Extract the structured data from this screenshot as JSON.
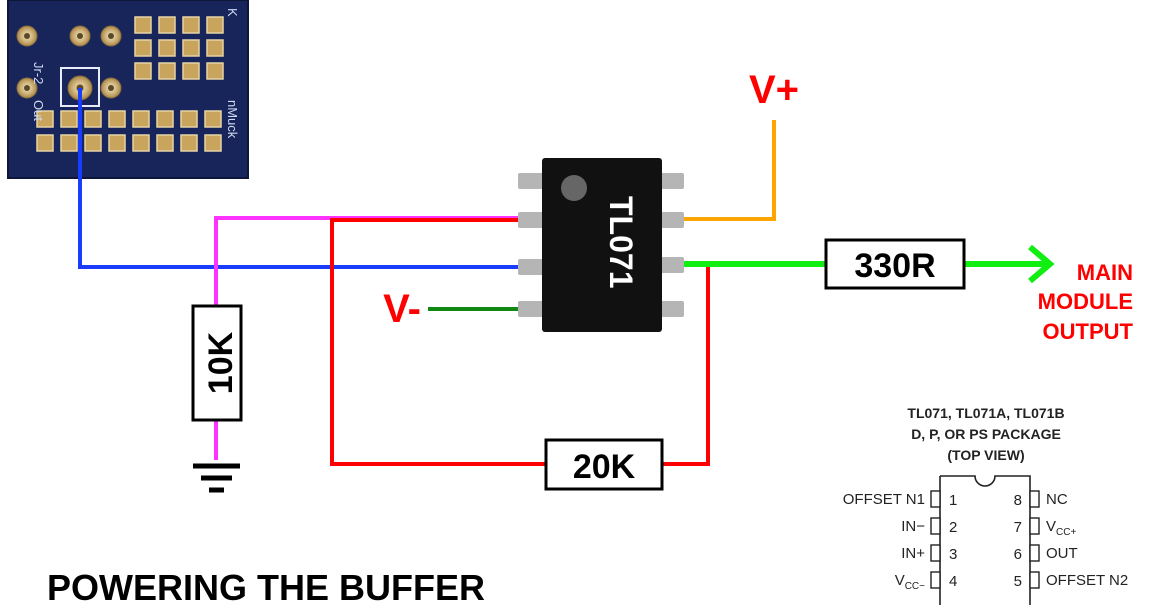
{
  "pcb": {
    "labels": [
      "Jr-2",
      "Out",
      "nMuck",
      "K"
    ]
  },
  "chip": {
    "label": "TL071"
  },
  "power": {
    "positive": "V+",
    "negative": "V-"
  },
  "resistors": {
    "r_out": "330R",
    "r_ground": "10K",
    "r_feedback": "20K"
  },
  "output_label": [
    "MAIN",
    "MODULE",
    "OUTPUT"
  ],
  "page_title": "POWERING THE BUFFER",
  "pinout": {
    "title_lines": [
      "TL071, TL071A, TL071B",
      "D, P, OR PS PACKAGE",
      "(TOP VIEW)"
    ],
    "left_pins": [
      {
        "name": "OFFSET N1",
        "num": "1"
      },
      {
        "name": "IN−",
        "num": "2"
      },
      {
        "name": "IN+",
        "num": "3"
      },
      {
        "name_main": "V",
        "name_sub": "CC−",
        "num": "4"
      }
    ],
    "right_pins": [
      {
        "name": "NC",
        "num": "8"
      },
      {
        "name_main": "V",
        "name_sub": "CC+",
        "num": "7"
      },
      {
        "name": "OUT",
        "num": "6"
      },
      {
        "name": "OFFSET N2",
        "num": "5"
      }
    ]
  },
  "colors": {
    "pcb_board": "#17255a",
    "pad_gold": "#c9a45c",
    "wire_blue": "#1a3cff",
    "wire_magenta": "#ff33ff",
    "wire_red": "#ff0000",
    "wire_orange": "#ffa500",
    "wire_green_out": "#11ee11",
    "wire_green_neg": "#118811",
    "label_red": "#ff0000",
    "chip_body": "#111111",
    "chip_leg": "#b5b5b5"
  }
}
